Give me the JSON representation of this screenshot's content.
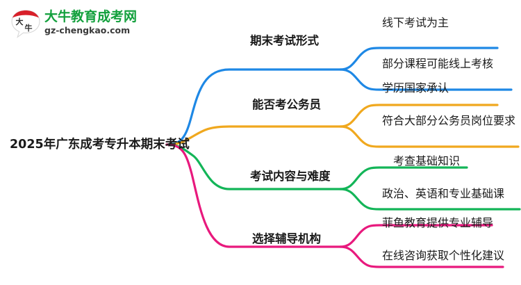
{
  "logo": {
    "icon": "speech-bubble-logo-icon",
    "title": "大牛教育成考网",
    "domain": "gz-chengkao.com",
    "title_color": "#12a03c",
    "mark_color": "#d8202a"
  },
  "mindmap": {
    "center": {
      "label": "2025年广东成考专升本期末考试"
    },
    "branches": [
      {
        "label": "期末考试形式",
        "color": "#1e88e5",
        "children": [
          {
            "label": "线下考试为主"
          },
          {
            "label": "部分课程可能线上考核"
          }
        ]
      },
      {
        "label": "能否考公务员",
        "color": "#f0a81e",
        "children": [
          {
            "label": "学历国家承认"
          },
          {
            "label": "符合大部分公务员岗位要求"
          }
        ]
      },
      {
        "label": "考试内容与难度",
        "color": "#13b558",
        "children": [
          {
            "label": "考查基础知识"
          },
          {
            "label": "政治、英语和专业基础课"
          }
        ]
      },
      {
        "label": "选择辅导机构",
        "color": "#e8197d",
        "children": [
          {
            "label": "菲鱼教育提供专业辅导"
          },
          {
            "label": "在线咨询获取个性化建议"
          }
        ]
      }
    ]
  }
}
